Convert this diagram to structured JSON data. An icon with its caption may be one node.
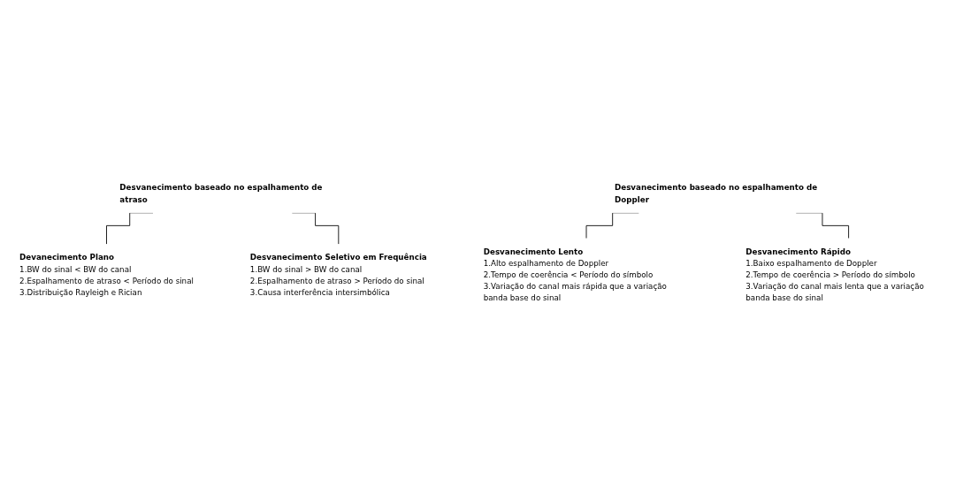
{
  "diagram": {
    "nodes": [
      {
        "text": [
          "Desvanecimento baseado no espalhamento de atraso"
        ]
      },
      {
        "text": [
          "Devanecimento Plano",
          "1.BW do sinal < BW do canal",
          "2.Espalhamento de atraso < Período do sinal",
          "3.Distribuição Rayleigh e Rician"
        ]
      },
      {
        "text": [
          "Desvanecimento Seletivo em Frequência",
          "1.BW do sinal > BW do canal",
          "2.Espalhamento de atraso > Período do sinal",
          "3.Causa interferência intersimbólica"
        ]
      },
      {
        "text": [
          "Desvanecimento baseado no espalhamento de Doppler"
        ]
      },
      {
        "text": [
          "Desvanecimento Lento",
          "1.Alto espalhamento de Doppler",
          "2.Tempo de coerência < Período do símbolo",
          "3.Variação do canal mais rápida que a variação banda base do sinal"
        ]
      },
      {
        "text": [
          "Desvanecimento Rápido",
          "1.Baixo espalhamento de Doppler",
          "2.Tempo de coerência > Período do símbolo",
          "3.Variação do canal mais lenta que a variação banda base do sinal"
        ]
      }
    ],
    "edges": [
      {
        "from": 0,
        "to": 1,
        "arrow": "none"
      },
      {
        "from": 0,
        "to": 2,
        "arrow": "none"
      },
      {
        "from": 3,
        "to": 4,
        "arrow": "none"
      },
      {
        "from": 3,
        "to": 5,
        "arrow": "none"
      }
    ]
  }
}
